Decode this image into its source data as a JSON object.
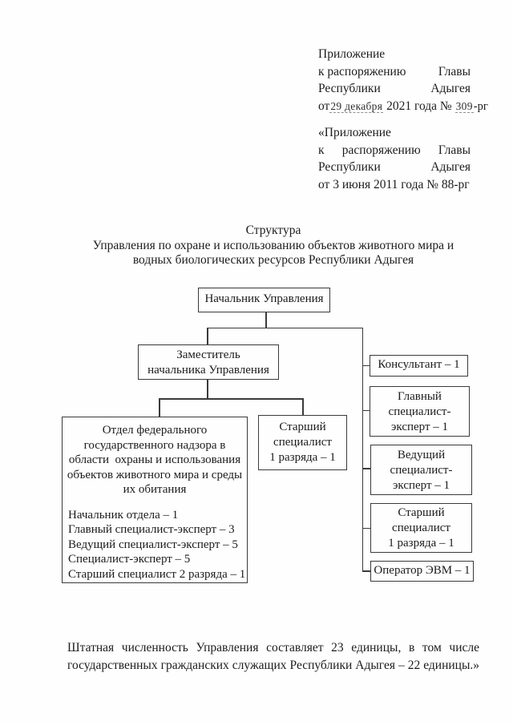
{
  "header_block1": {
    "line1": "Приложение",
    "line2_left": "к распоряжению",
    "line2_right": "Главы",
    "line3_left": "Республики",
    "line3_right": "Адыгея",
    "line4_prefix": "от",
    "line4_insert_date": "29 декабря",
    "line4_mid": " 2021 года № ",
    "line4_insert_num": "309",
    "line4_suffix": "-рг"
  },
  "header_block2": {
    "line1": "«Приложение",
    "line2_a": "к",
    "line2_b": "распоряжению",
    "line2_c": "Главы",
    "line3_left": "Республики",
    "line3_right": "Адыгея",
    "line4": "от 3 июня 2011 года № 88-рг"
  },
  "title": {
    "line1": "Структура",
    "line2": "Управления по охране и использованию объектов животного мира и",
    "line3": "водных биологических ресурсов Республики Адыгея"
  },
  "chart": {
    "head": "Начальник Управления",
    "deputy": [
      "Заместитель",
      "начальника Управления"
    ],
    "otdel_title": [
      "Отдел федерального",
      "государственного надзора в",
      "области  охраны и использования",
      "объектов животного мира и среды",
      "их обитания"
    ],
    "otdel_staff": [
      "Начальник отдела – 1",
      "Главный специалист-эксперт – 3",
      "Ведущий специалист-эксперт – 5",
      "Специалист-эксперт – 5",
      "Старший специалист 2 разряда – 1"
    ],
    "senior_mid": [
      "Старший",
      "специалист",
      "1 разряда – 1"
    ],
    "konsultant": "Консультант – 1",
    "glavny": [
      "Главный",
      "специалист-",
      "эксперт – 1"
    ],
    "vedushchy": [
      "Ведущий",
      "специалист-",
      "эксперт – 1"
    ],
    "senior_right": [
      "Старший",
      "специалист",
      "1 разряда – 1"
    ],
    "operator": "Оператор ЭВМ – 1"
  },
  "footer": {
    "line1": "Штатная численность Управления составляет 23 единицы, в том числе",
    "line2": "государственных гражданских служащих Республики Адыгея – 22 единицы.»"
  },
  "colors": {
    "ink": "#1c1c1c",
    "line": "#3a3a3a",
    "paper": "#fefefe"
  }
}
